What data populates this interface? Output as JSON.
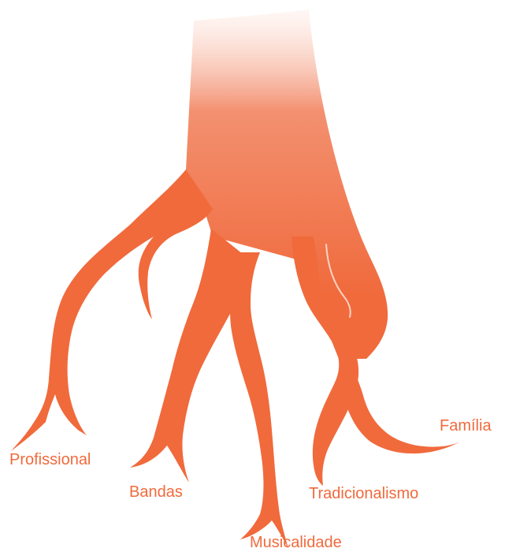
{
  "colors": {
    "root_fill": "#f06a3c",
    "trunk_top": "#fde7df",
    "label_text": "#f06a3c",
    "background": "#ffffff"
  },
  "roots": [
    {
      "id": "profissional",
      "label": "Profissional"
    },
    {
      "id": "bandas",
      "label": "Bandas"
    },
    {
      "id": "musicalidade",
      "label": "Musicalidade"
    },
    {
      "id": "tradicionalismo",
      "label": "Tradicionalismo"
    },
    {
      "id": "familia",
      "label": "Família"
    }
  ]
}
